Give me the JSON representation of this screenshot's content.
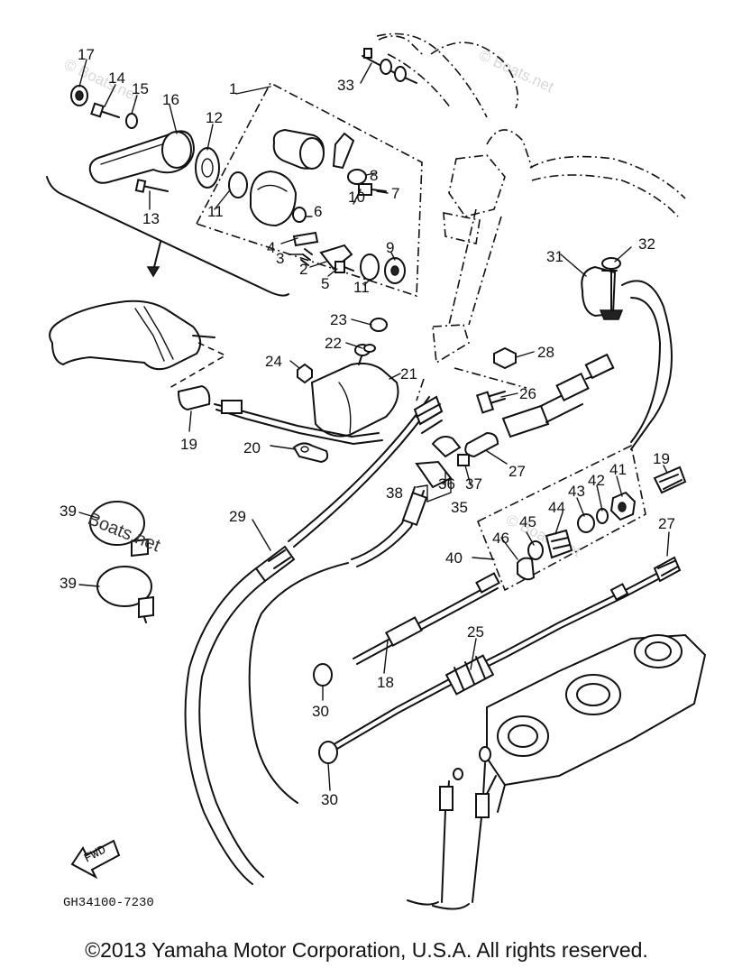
{
  "diagram": {
    "drawing_code": "GH34100-7230",
    "fwd_label": "FWD",
    "watermark": "© Boats.net",
    "watermark_dark": "Boats.net",
    "callouts": {
      "c1": "1",
      "c2": "2",
      "c3": "3",
      "c4": "4",
      "c5": "5",
      "c6": "6",
      "c7": "7",
      "c8": "8",
      "c9": "9",
      "c10": "10",
      "c11a": "11",
      "c11b": "11",
      "c12": "12",
      "c13": "13",
      "c14": "14",
      "c15": "15",
      "c16": "16",
      "c17": "17",
      "c18": "18",
      "c19a": "19",
      "c19b": "19",
      "c20": "20",
      "c21": "21",
      "c22": "22",
      "c23": "23",
      "c24": "24",
      "c25": "25",
      "c26": "26",
      "c27a": "27",
      "c27b": "27",
      "c28": "28",
      "c29": "29",
      "c30a": "30",
      "c30b": "30",
      "c31": "31",
      "c32": "32",
      "c33": "33",
      "c35": "35",
      "c36": "36",
      "c37": "37",
      "c38": "38",
      "c39a": "39",
      "c39b": "39",
      "c40": "40",
      "c41": "41",
      "c42": "42",
      "c43": "43",
      "c44": "44",
      "c45": "45",
      "c46": "46"
    }
  },
  "footer": {
    "copyright": "©2013 Yamaha Motor Corporation, U.S.A. All rights reserved."
  }
}
